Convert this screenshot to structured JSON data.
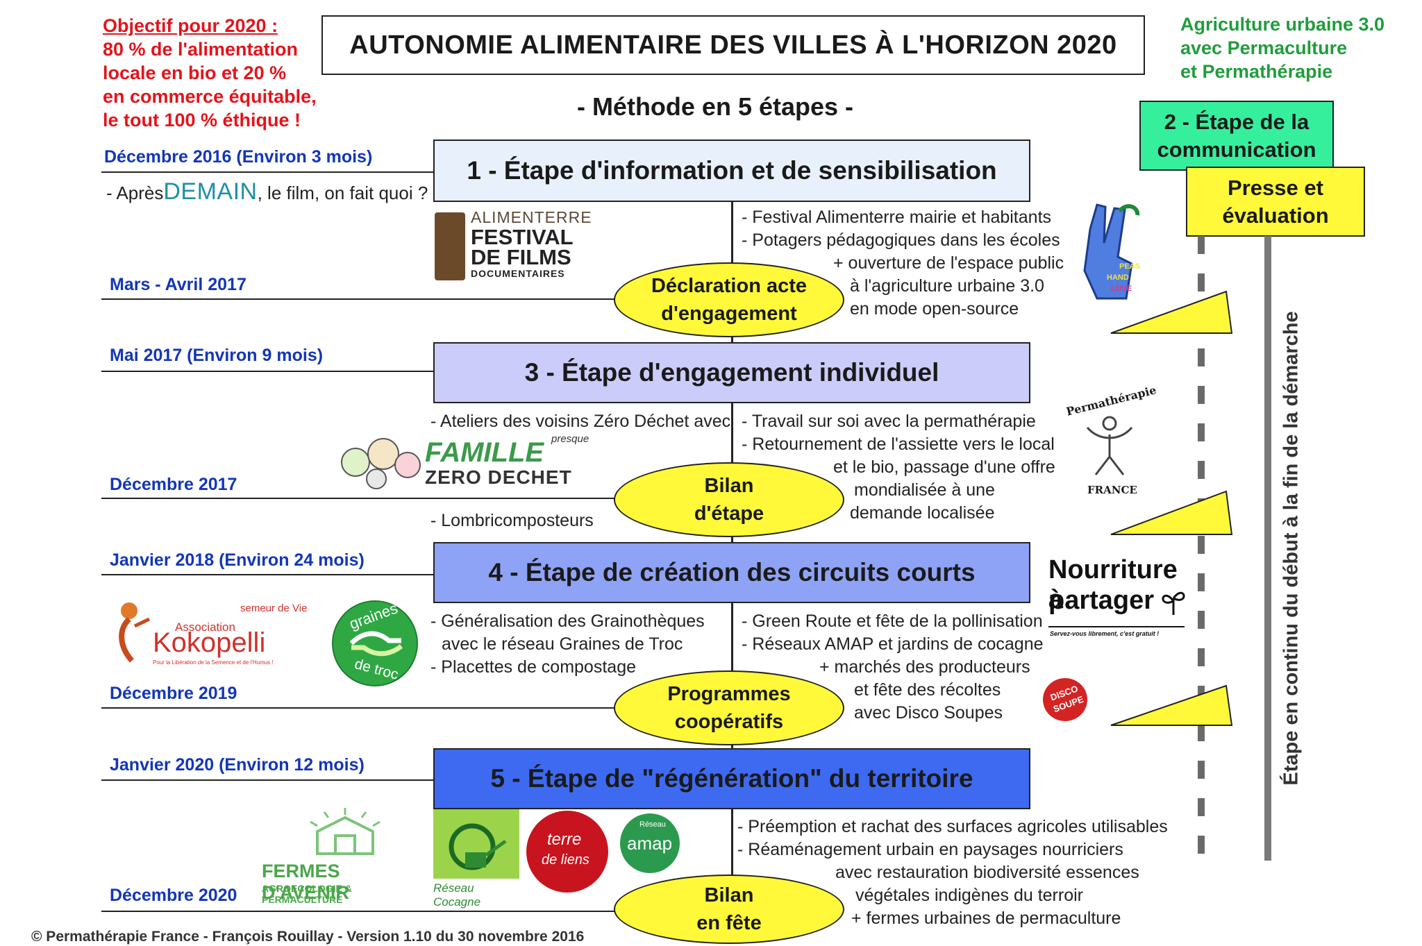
{
  "goal": {
    "line1": "Objectif pour 2020 :",
    "line2": "80 % de l'alimentation",
    "line3": "locale en bio et 20 %",
    "line4": "en commerce équitable,",
    "line5": "le tout 100 % éthique !"
  },
  "title": "AUTONOMIE ALIMENTAIRE DES VILLES À L'HORIZON 2020",
  "urban": {
    "line1": "Agriculture urbaine 3.0",
    "line2": "avec Permaculture",
    "line3": "et Permathérapie"
  },
  "method": "- Méthode en 5 étapes -",
  "colors": {
    "date_blue": "#1336b8",
    "goal_red": "#e3141b",
    "urban_green": "#1f9d3c",
    "ellipse_yellow": "#fff93a",
    "comm_green": "#36ef9d",
    "stage1": "#e8f1fb",
    "stage3": "#ccccfb",
    "stage4": "#8ea3f5",
    "stage5": "#3e6af2"
  },
  "dates": {
    "d1": "Décembre 2016  (Environ 3 mois)",
    "d2": "Mars - Avril 2017",
    "d3": "Mai 2017  (Environ 9 mois)",
    "d4": "Décembre 2017",
    "d5": "Janvier 2018     (Environ 24 mois)",
    "d6": "Décembre 2019",
    "d7": "Janvier 2020  (Environ 12 mois)",
    "d8": "Décembre 2020"
  },
  "stages": {
    "s1": "1 - Étape d'information et de sensibilisation",
    "s3": "3 - Étape d'engagement individuel",
    "s4": "4 - Étape de création des circuits courts",
    "s5": "5 - Étape de \"régénération\" du territoire"
  },
  "ellipses": {
    "e1_line1": "Déclaration acte",
    "e1_line2": "d'engagement",
    "e2_line1": "Bilan",
    "e2_line2": "d'étape",
    "e3_line1": "Programmes",
    "e3_line2": "coopératifs",
    "e4_line1": "Bilan",
    "e4_line2": "en fête"
  },
  "stage1": {
    "left_before": "- Après",
    "left_demain": "DEMAIN",
    "left_after": ", le film, on fait quoi ?",
    "right": [
      "- Festival Alimenterre mairie et habitants",
      "- Potagers pédagogiques dans les écoles",
      "+ ouverture de l'espace public",
      "à l'agriculture urbaine 3.0",
      "en mode open-source"
    ]
  },
  "stage3": {
    "left_1": "- Ateliers des voisins Zéro Déchet avec",
    "left_2": "- Lombricomposteurs",
    "right": [
      "- Travail sur soi avec la permathérapie",
      "- Retournement de l'assiette vers le local",
      "et le bio, passage d'une offre",
      "mondialisée à une",
      "demande localisée"
    ]
  },
  "stage4": {
    "left": [
      "- Généralisation des Grainothèques",
      "avec le réseau Graines de Troc",
      "- Placettes de compostage"
    ],
    "right": [
      "- Green Route et fête de la pollinisation",
      "- Réseaux AMAP et jardins de cocagne",
      "+ marchés des producteurs",
      "et fête des récoltes",
      "avec Disco Soupes"
    ]
  },
  "stage5": {
    "right": [
      "- Préemption et rachat des surfaces agricoles utilisables",
      "- Réaménagement urbain en paysages nourriciers",
      "avec restauration biodiversité essences",
      "végétales indigènes du terroir",
      "+ fermes urbaines de permaculture"
    ]
  },
  "side": {
    "comm_line1": "2 - Étape de la",
    "comm_line2": "communication",
    "presse_line1": "Presse et",
    "presse_line2": "évaluation",
    "vertical": "Étape en continu du début à la fin de la démarche"
  },
  "logos": {
    "alimenterre_top": "ALIMENTERRE",
    "alimenterre_mid": "FESTIVAL",
    "alimenterre_mid2": "DE FILMS",
    "alimenterre_bottom": "DOCUMENTAIRES",
    "incredible_1": "PEAS",
    "incredible_2": "HAND",
    "incredible_3": "LOVE",
    "permatherapie_top": "Permathérapie",
    "permatherapie_bottom": "FRANCE",
    "famille_1": "FAMILLE",
    "famille_presque": "presque",
    "famille_2": "ZERO DECHET",
    "nourriture_1": "Nourriture à",
    "nourriture_2": "partager",
    "nourriture_3": "Servez-vous librement, c'est gratuit !",
    "kokopelli_semeur": "semeur de Vie",
    "kokopelli_asso": "Association",
    "kokopelli_name": "Kokopelli",
    "kokopelli_sub": "Pour la Libération de la Semence et de l'Humus !",
    "graines_1": "graines",
    "graines_2": "de troc",
    "disco_1": "DISCO",
    "disco_2": "SOUPE",
    "fermes_1": "FERMES D'AVENIR",
    "fermes_2": "AGROECOLOGIE & PERMACULTURE",
    "cocagne": "Réseau Cocagne",
    "terre_1": "terre",
    "terre_2": "de liens",
    "amap_top": "Réseau",
    "amap": "amap"
  },
  "footer": "© Permathérapie France - François Rouillay - Version 1.10 du 30 novembre 2016"
}
